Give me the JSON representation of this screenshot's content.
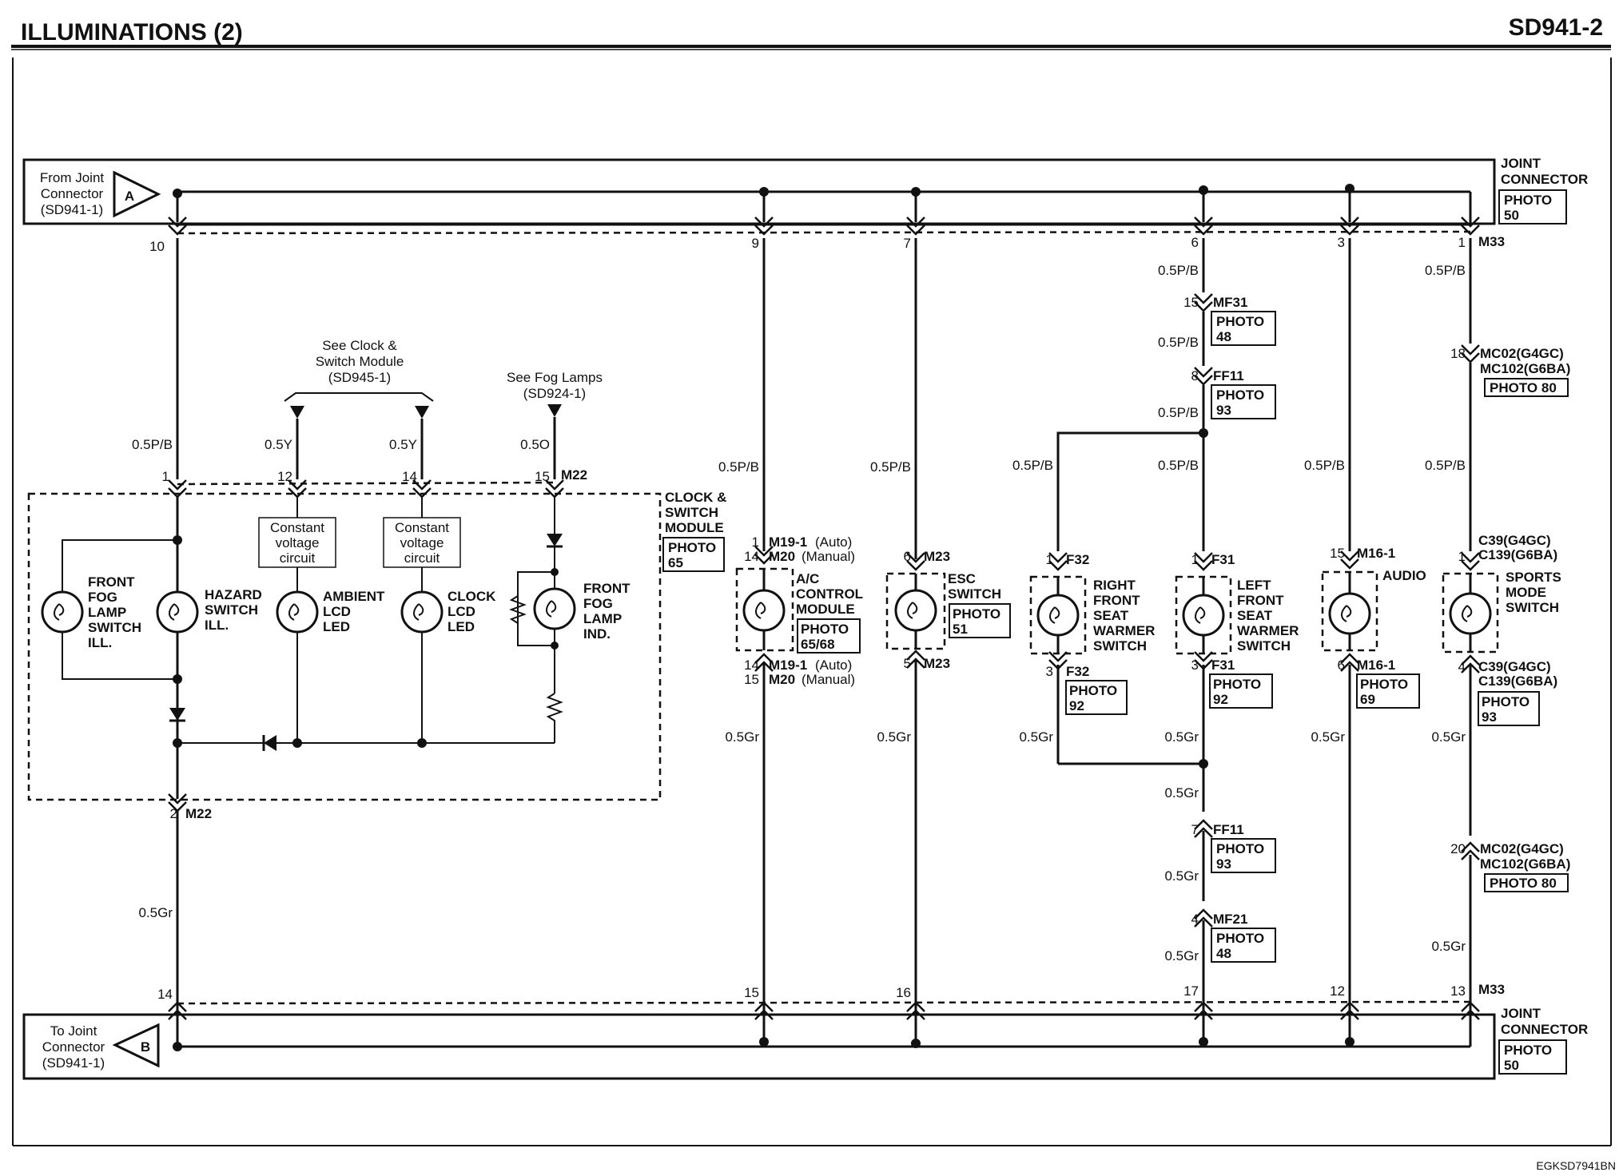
{
  "header": {
    "title": "ILLUMINATIONS (2)",
    "code": "SD941-2"
  },
  "footer": {
    "code": "EGKSD7941BN"
  },
  "joint_connector_top": {
    "label": [
      "JOINT",
      "CONNECTOR"
    ],
    "photo": [
      "PHOTO",
      "50"
    ],
    "from": [
      "From Joint",
      "Connector",
      "(SD941-1)"
    ],
    "arrow": "A",
    "connector": "M33"
  },
  "joint_connector_bottom": {
    "label": [
      "JOINT",
      "CONNECTOR"
    ],
    "photo": [
      "PHOTO",
      "50"
    ],
    "to": [
      "To Joint",
      "Connector",
      "(SD941-1)"
    ],
    "arrow": "B",
    "connector": "M33"
  },
  "pins_top": [
    "10",
    "9",
    "7",
    "6",
    "3",
    "1"
  ],
  "pins_bottom": [
    "14",
    "15",
    "16",
    "17",
    "12",
    "13"
  ],
  "clock_module": {
    "label": [
      "CLOCK &",
      "SWITCH",
      "MODULE"
    ],
    "photo": [
      "PHOTO",
      "65"
    ],
    "see_clock": [
      "See Clock &",
      "Switch Module",
      "(SD945-1)"
    ],
    "see_fog": [
      "See Fog Lamps",
      "(SD924-1)"
    ],
    "pins": [
      "1",
      "12",
      "14",
      "15"
    ],
    "connector": "M22",
    "bottom_pin": "2",
    "bottom_connector": "M22",
    "wires": [
      "0.5P/B",
      "0.5Y",
      "0.5Y",
      "0.5O"
    ],
    "bottom_wire": "0.5Gr",
    "const1": [
      "Constant",
      "voltage",
      "circuit"
    ],
    "const2": [
      "Constant",
      "voltage",
      "circuit"
    ],
    "lamps": {
      "front_fog_switch": [
        "FRONT",
        "FOG",
        "LAMP",
        "SWITCH",
        "ILL."
      ],
      "hazard": [
        "HAZARD",
        "SWITCH",
        "ILL."
      ],
      "ambient": [
        "AMBIENT",
        "LCD",
        "LED"
      ],
      "clock": [
        "CLOCK",
        "LCD",
        "LED"
      ],
      "front_fog_ind": [
        "FRONT",
        "FOG",
        "LAMP",
        "IND."
      ]
    }
  },
  "ac_module": {
    "top_wire": "0.5P/B",
    "bottom_wire": "0.5Gr",
    "top_pins": [
      "1",
      "14"
    ],
    "top_conn": [
      "M19-1",
      "M20"
    ],
    "top_conn_note": [
      "(Auto)",
      "(Manual)"
    ],
    "bottom_pins": [
      "14",
      "15"
    ],
    "bottom_conn": [
      "M19-1",
      "M20"
    ],
    "bottom_conn_note": [
      "(Auto)",
      "(Manual)"
    ],
    "label": [
      "A/C",
      "CONTROL",
      "MODULE"
    ],
    "photo": [
      "PHOTO",
      "65/68"
    ]
  },
  "esc": {
    "top_wire": "0.5P/B",
    "bottom_wire": "0.5Gr",
    "top_pin": "6",
    "bottom_pin": "5",
    "connector": "M23",
    "label": [
      "ESC",
      "SWITCH"
    ],
    "photo": [
      "PHOTO",
      "51"
    ]
  },
  "seat_branch": {
    "wire_top": "0.5P/B",
    "mf31": {
      "pin": "15",
      "name": "MF31",
      "photo": [
        "PHOTO",
        "48"
      ]
    },
    "ff11_top": {
      "pin": "8",
      "name": "FF11",
      "photo": [
        "PHOTO",
        "93"
      ]
    },
    "ff11_bottom": {
      "pin": "7",
      "name": "FF11",
      "photo": [
        "PHOTO",
        "93"
      ]
    },
    "mf21": {
      "pin": "4",
      "name": "MF21",
      "photo": [
        "PHOTO",
        "48"
      ]
    },
    "wire_mid1": "0.5P/B",
    "wire_mid2": "0.5P/B",
    "wire_left": "0.5P/B",
    "wire_right": "0.5P/B",
    "wire_gr_left": "0.5Gr",
    "wire_gr_right": "0.5Gr",
    "wire_gr1": "0.5Gr",
    "wire_gr2": "0.5Gr",
    "wire_gr3": "0.5Gr"
  },
  "right_seat": {
    "top_pin": "1",
    "top_conn": "F32",
    "bottom_pin": "3",
    "bottom_conn": "F32",
    "photo": [
      "PHOTO",
      "92"
    ],
    "label": [
      "RIGHT",
      "FRONT",
      "SEAT",
      "WARMER",
      "SWITCH"
    ]
  },
  "left_seat": {
    "top_pin": "1",
    "top_conn": "F31",
    "bottom_pin": "3",
    "bottom_conn": "F31",
    "photo": [
      "PHOTO",
      "92"
    ],
    "label": [
      "LEFT",
      "FRONT",
      "SEAT",
      "WARMER",
      "SWITCH"
    ]
  },
  "audio": {
    "top_wire": "0.5P/B",
    "bottom_wire": "0.5Gr",
    "top_pin": "15",
    "top_conn": "M16-1",
    "bottom_pin": "6",
    "bottom_conn": "M16-1",
    "label": "AUDIO",
    "photo": [
      "PHOTO",
      "69"
    ]
  },
  "sports": {
    "wire_top": "0.5P/B",
    "wire_mid": "0.5P/B",
    "wire_gr1": "0.5Gr",
    "wire_gr2": "0.5Gr",
    "mc_top": {
      "pin": "18",
      "names": [
        "MC02(G4GC)",
        "MC102(G6BA)"
      ],
      "photo": "PHOTO 80"
    },
    "mc_bottom": {
      "pin": "20",
      "names": [
        "MC02(G4GC)",
        "MC102(G6BA)"
      ],
      "photo": "PHOTO 80"
    },
    "top_pin": "1",
    "top_conn": [
      "C39(G4GC)",
      "C139(G6BA)"
    ],
    "bottom_pin": "4",
    "bottom_conn": [
      "C39(G4GC)",
      "C139(G6BA)"
    ],
    "photo": [
      "PHOTO",
      "93"
    ],
    "label": [
      "SPORTS",
      "MODE",
      "SWITCH"
    ]
  }
}
